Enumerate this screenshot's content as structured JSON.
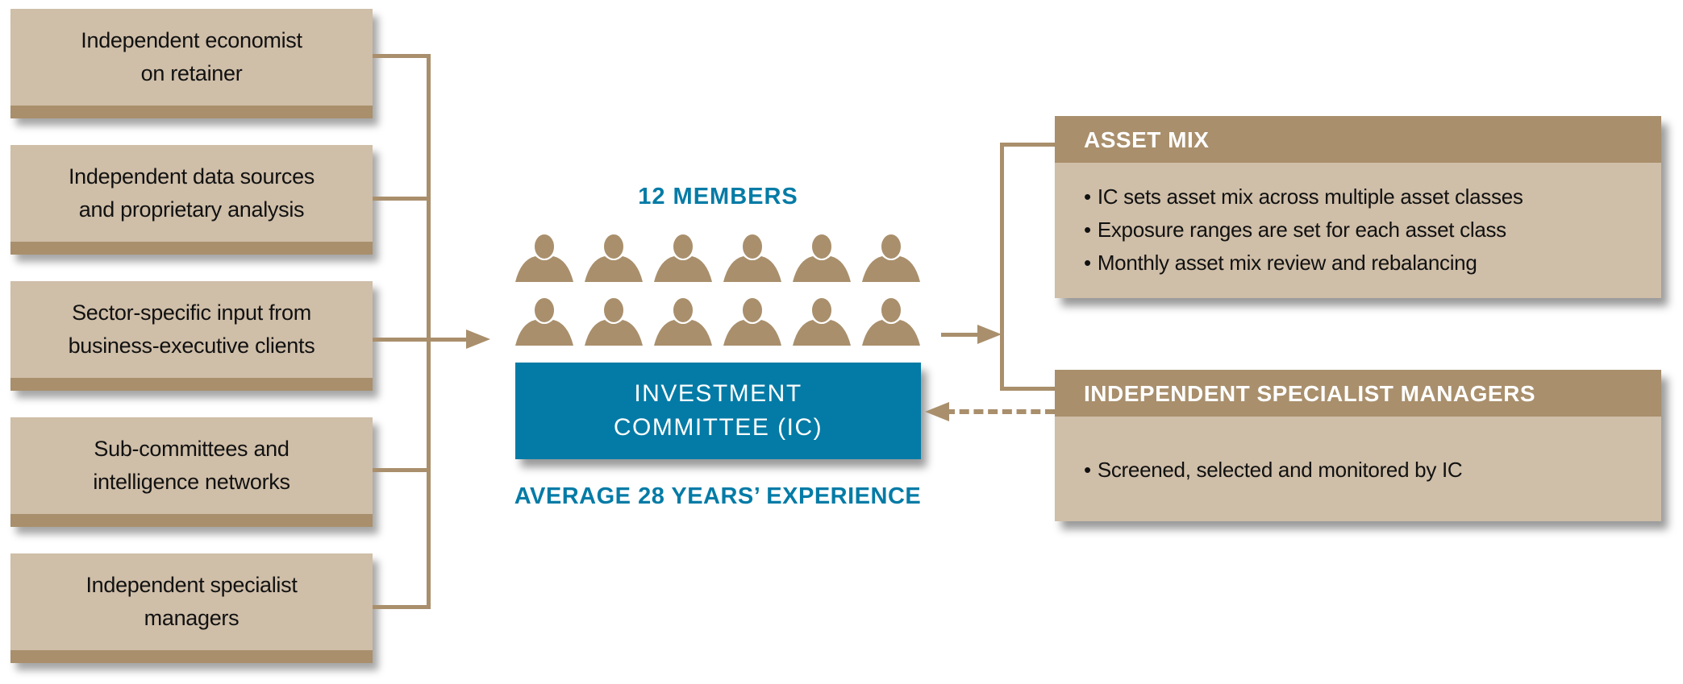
{
  "inputs": [
    {
      "lines": [
        "Independent economist",
        "on retainer"
      ]
    },
    {
      "lines": [
        "Independent data sources",
        "and proprietary analysis"
      ]
    },
    {
      "lines": [
        "Sector-specific input from",
        "business-executive clients"
      ]
    },
    {
      "lines": [
        "Sub-committees and",
        "intelligence networks"
      ]
    },
    {
      "lines": [
        "Independent specialist",
        "managers"
      ]
    }
  ],
  "committee": {
    "members_label": "12 MEMBERS",
    "member_icon_count": 12,
    "title_lines": [
      "INVESTMENT",
      "COMMITTEE (IC)"
    ],
    "experience_label": "AVERAGE 28 YEARS’ EXPERIENCE"
  },
  "outputs": [
    {
      "title": "ASSET MIX",
      "bullets": [
        "IC sets asset mix across multiple asset classes",
        "Exposure ranges are set for each asset class",
        "Monthly asset mix review and rebalancing"
      ]
    },
    {
      "title": "INDEPENDENT SPECIALIST MANAGERS",
      "bullets": [
        "Screened, selected and monitored by IC"
      ]
    }
  ],
  "colors": {
    "tan_light": "#cfbea8",
    "tan_dark": "#a98f6c",
    "blue": "#047ba6"
  }
}
